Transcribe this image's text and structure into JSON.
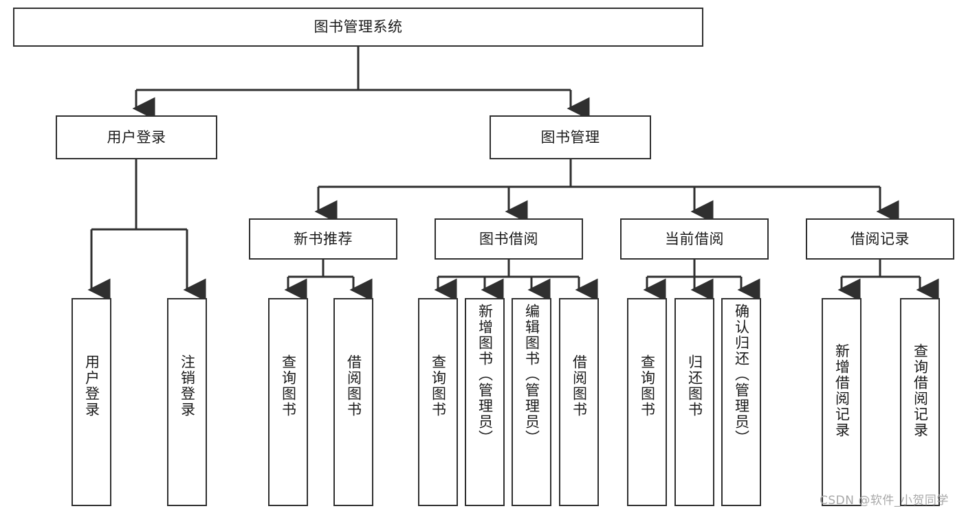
{
  "diagram": {
    "type": "tree",
    "title": "图书管理系统",
    "watermark": "CSDN @软件_小贺同学",
    "colors": {
      "box_border": "#2f2f2f",
      "box_fill": "#ffffff",
      "connector": "#2f2f2f",
      "text": "#1a1a1a",
      "watermark": "#a8a8a8",
      "background": "#ffffff"
    },
    "levels": {
      "root": {
        "label": "图书管理系统"
      },
      "level2": [
        {
          "label": "用户登录"
        },
        {
          "label": "图书管理"
        }
      ],
      "level3": [
        {
          "label": "新书推荐"
        },
        {
          "label": "图书借阅"
        },
        {
          "label": "当前借阅"
        },
        {
          "label": "借阅记录"
        }
      ],
      "leaves": {
        "user_login": [
          {
            "label": "用户登录"
          },
          {
            "label": "注销登录"
          }
        ],
        "new_book_rec": [
          {
            "label": "查询图书"
          },
          {
            "label": "借阅图书"
          }
        ],
        "book_borrow": [
          {
            "label": "查询图书"
          },
          {
            "label": "新增图书（管理员）"
          },
          {
            "label": "编辑图书（管理员）"
          },
          {
            "label": "借阅图书"
          }
        ],
        "current_borrow": [
          {
            "label": "查询图书"
          },
          {
            "label": "归还图书"
          },
          {
            "label": "确认归还（管理员）"
          }
        ],
        "borrow_record": [
          {
            "label": "新增借阅记录"
          },
          {
            "label": "查询借阅记录"
          }
        ]
      }
    }
  }
}
